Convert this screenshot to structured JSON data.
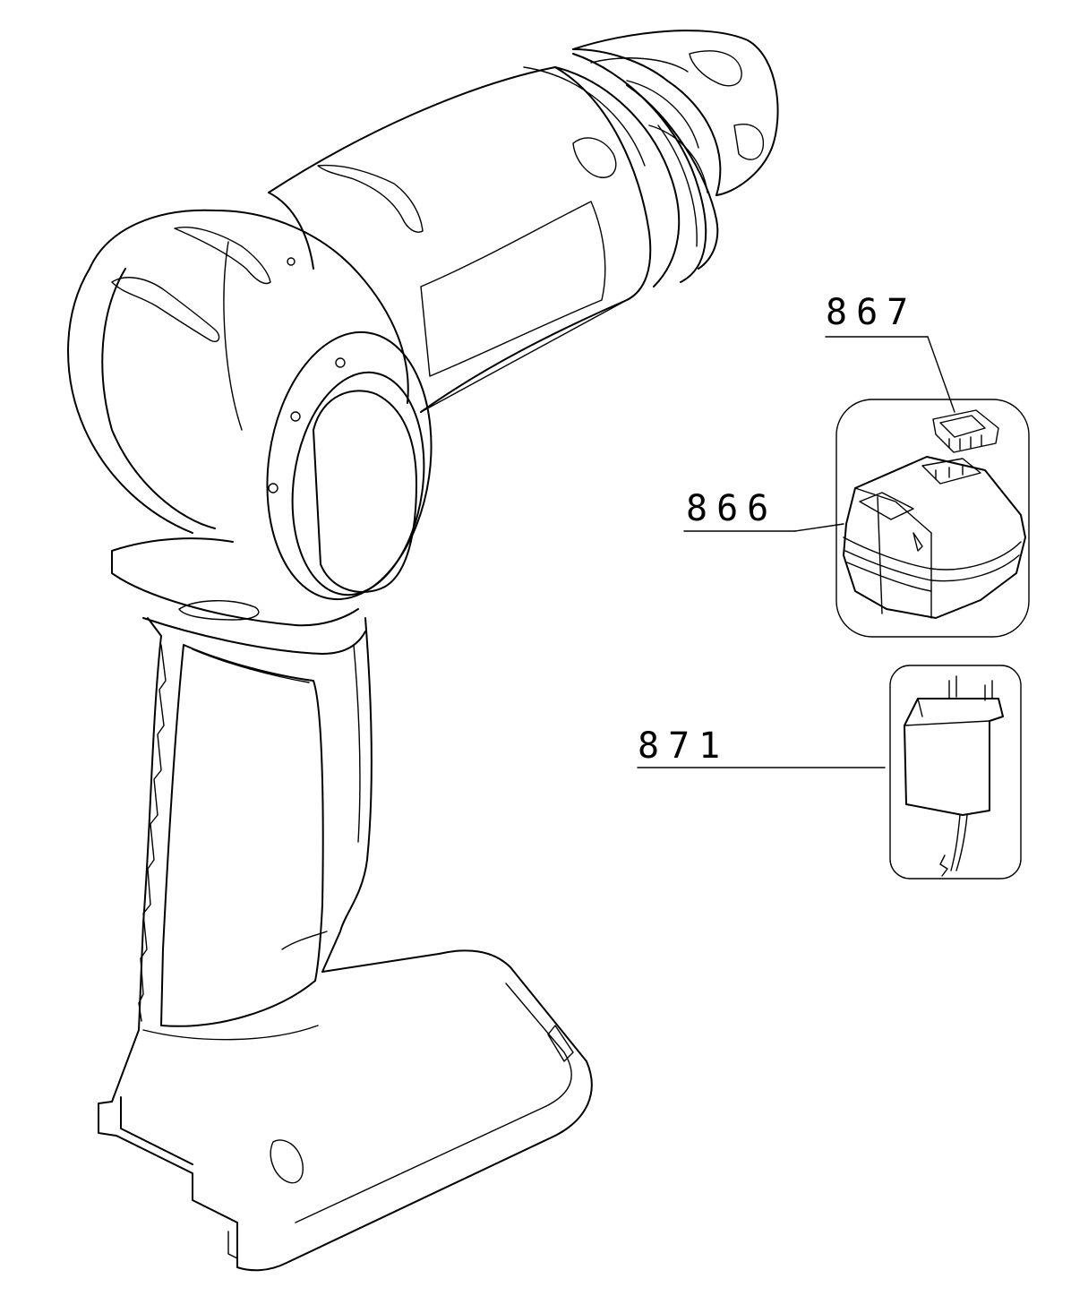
{
  "diagram": {
    "callouts": [
      {
        "id": "battery-charger-clip",
        "number": "867"
      },
      {
        "id": "battery-pack",
        "number": "866"
      },
      {
        "id": "charger-adapter",
        "number": "871"
      }
    ]
  }
}
